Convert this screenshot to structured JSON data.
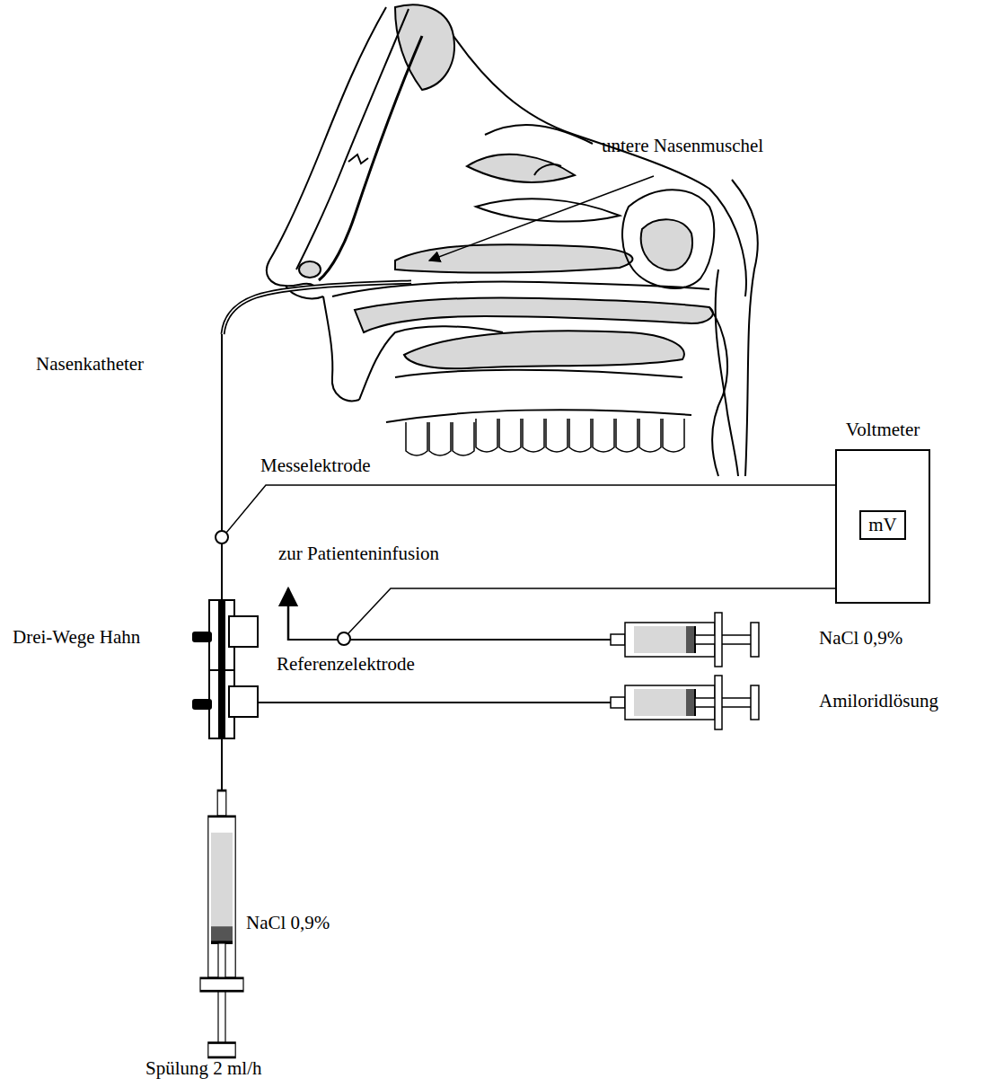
{
  "diagram": {
    "nodes": [
      {
        "text": [
          "Voltmeter"
        ]
      },
      {
        "text": [
          "mV"
        ],
        "in": 0
      }
    ],
    "labels": [
      "untere Nasenmuschel",
      "Nasenkatheter",
      "Messelektrode",
      "zur Patienteninfusion",
      "Drei-Wege Hahn",
      "Referenzelektrode",
      "NaCl 0,9%",
      "Amiloridlösung",
      "NaCl 0,9%",
      "Spülung 2 ml/h"
    ]
  }
}
